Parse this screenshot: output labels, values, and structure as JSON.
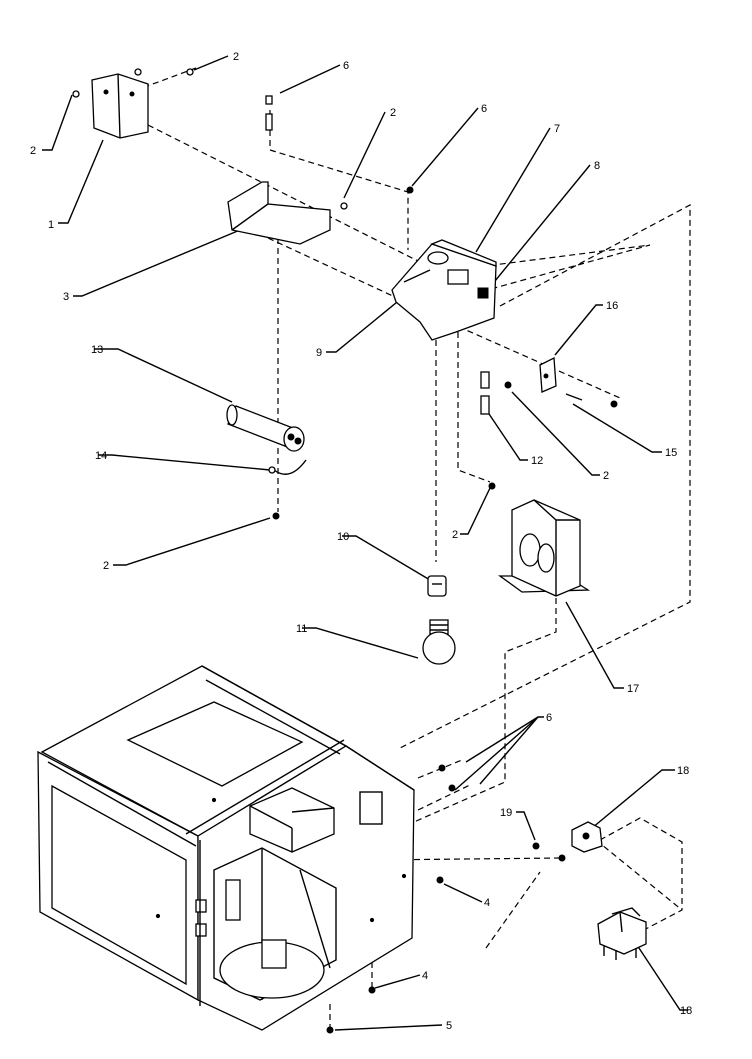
{
  "callouts": [
    {
      "id": "c1",
      "text": "1"
    },
    {
      "id": "c2a",
      "text": "2"
    },
    {
      "id": "c2b",
      "text": "2"
    },
    {
      "id": "c2c",
      "text": "2"
    },
    {
      "id": "c6a",
      "text": "6"
    },
    {
      "id": "c6b",
      "text": "6"
    },
    {
      "id": "c7",
      "text": "7"
    },
    {
      "id": "c8",
      "text": "8"
    },
    {
      "id": "c3",
      "text": "3"
    },
    {
      "id": "c9",
      "text": "9"
    },
    {
      "id": "c16",
      "text": "16"
    },
    {
      "id": "c13",
      "text": "13"
    },
    {
      "id": "c14",
      "text": "14"
    },
    {
      "id": "c12",
      "text": "12"
    },
    {
      "id": "c2d",
      "text": "2"
    },
    {
      "id": "c15",
      "text": "15"
    },
    {
      "id": "c2e",
      "text": "2"
    },
    {
      "id": "c2f",
      "text": "2"
    },
    {
      "id": "c10",
      "text": "10"
    },
    {
      "id": "c11",
      "text": "11"
    },
    {
      "id": "c17",
      "text": "17"
    },
    {
      "id": "c6c",
      "text": "6"
    },
    {
      "id": "c18a",
      "text": "18"
    },
    {
      "id": "c19",
      "text": "19"
    },
    {
      "id": "c4a",
      "text": "4"
    },
    {
      "id": "c4b",
      "text": "4"
    },
    {
      "id": "c5",
      "text": "5"
    },
    {
      "id": "c18b",
      "text": "18"
    }
  ]
}
